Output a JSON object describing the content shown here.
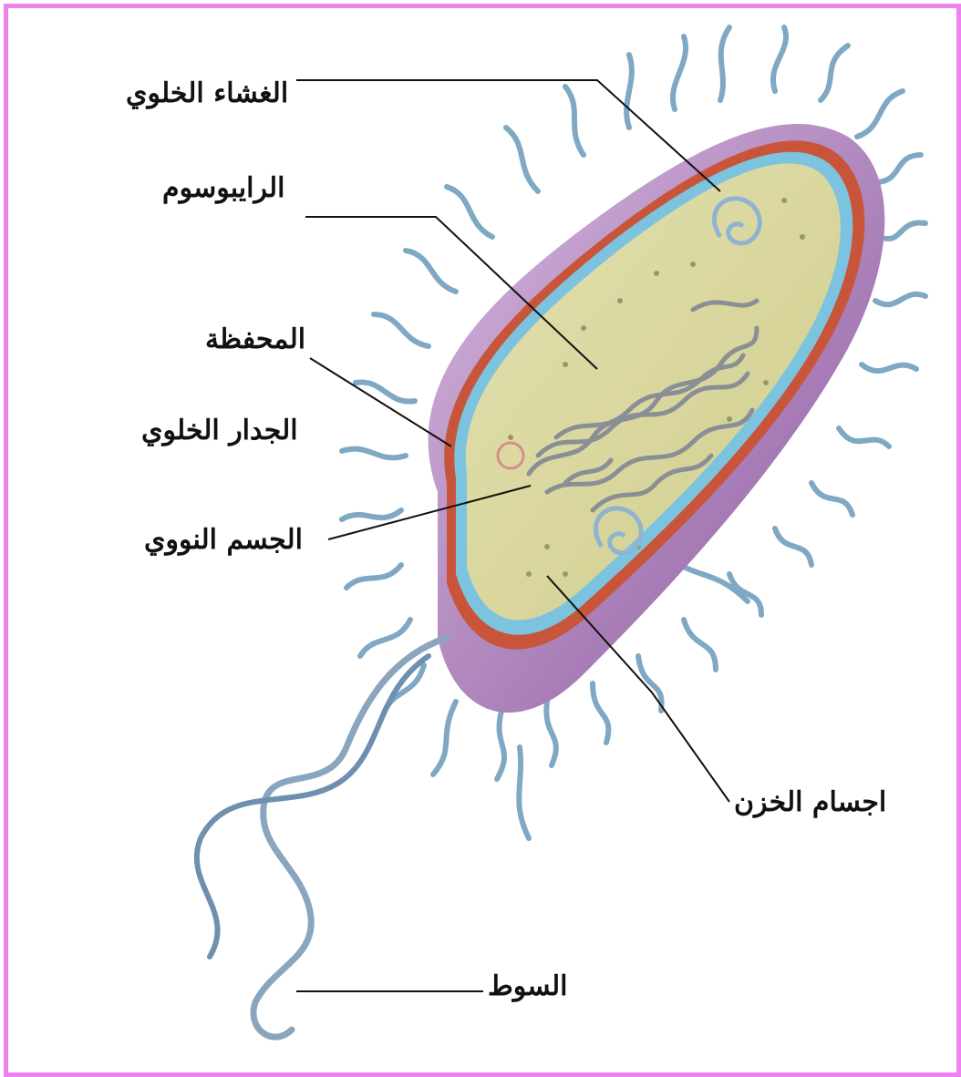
{
  "colors": {
    "frame_border": "#ee82ee",
    "cytoplasm": "#d8d69a",
    "cell_wall": "#c8553a",
    "membrane": "#7cc3e0",
    "capsule": "#a879b5",
    "pili": "#7fa8c4",
    "dna": "#8a8f96",
    "leader_line": "#111111"
  },
  "labels": {
    "cell_membrane": "الغشاء الخلوي",
    "ribosome": "الرايبوسوم",
    "capsule": "المحفظة",
    "cell_wall": "الجدار الخلوي",
    "nucleoid": "الجسم النووي",
    "storage_granules": "اجسام الخزن",
    "flagellum": "السوط"
  }
}
